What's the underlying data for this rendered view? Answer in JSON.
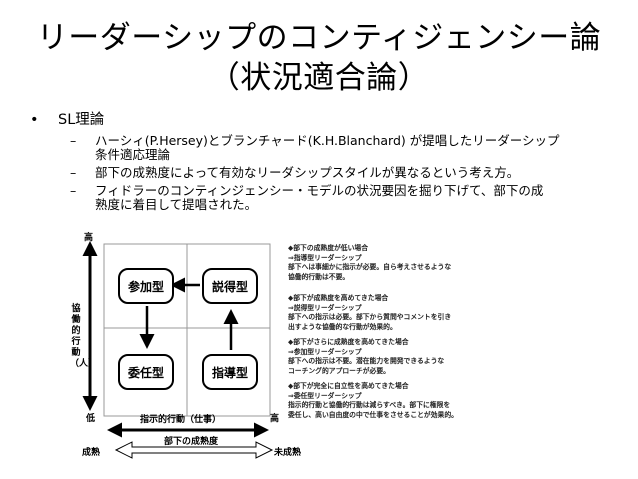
{
  "title_line1": "リーダーシップのコンティジェンシー論",
  "title_line2": "（状況適合論）",
  "bullet_main": "SL理論",
  "bullet_dot": "•",
  "dash": "–",
  "sub1_line1": "ハーシィ(P.Hersey)とブランチャード(K.H.Blanchard) が提唱したリーダーシップ",
  "sub1_line2": "条件適応理論",
  "sub2": "部下の成熟度によって有効なリーダシップスタイルが異なるという考え方。",
  "sub3_line1": "フィドラーのコンティンジェンシー・モデルの状況要因を掘り下げて、部下の成",
  "sub3_line2": "熟度に着目して提唱された。",
  "diagram": {
    "y_high": "高",
    "y_label": "協働的行動（人）",
    "x_low": "低",
    "x_high": "高",
    "x_label": "指示的行動（仕事）",
    "quadrant_tl": "参加型",
    "quadrant_tr": "説得型",
    "quadrant_bl": "委任型",
    "quadrant_br": "指導型",
    "maturity_label": "部下の成熟度",
    "mature": "成熟",
    "immature": "未成熟"
  },
  "notes": [
    [
      "◆部下の成熟度が低い場合",
      "⇒指導型リーダーシップ",
      "部下へは事細かに指示が必要。自ら考えさせるような",
      "協働的行動は不要。"
    ],
    [
      "◆部下が成熟度を高めてきた場合",
      "⇒説得型リーダーシップ",
      "部下への指示は必要。部下から質問やコメントを引き",
      "出すような協働的な行動が効果的。"
    ],
    [
      "◆部下がさらに成熟度を高めてきた場合",
      "⇒参加型リーダーシップ",
      "部下への指示は不要。潜在能力を開発できるような",
      "コーチング的アプローチが必要。"
    ],
    [
      "◆部下が完全に自立性を高めてきた場合",
      "⇒委任型リーダーシップ",
      "指示的行動と協働的行動は減らすべき。部下に権限を",
      "委任し、高い自由度の中で仕事をさせることが効果的。"
    ]
  ]
}
